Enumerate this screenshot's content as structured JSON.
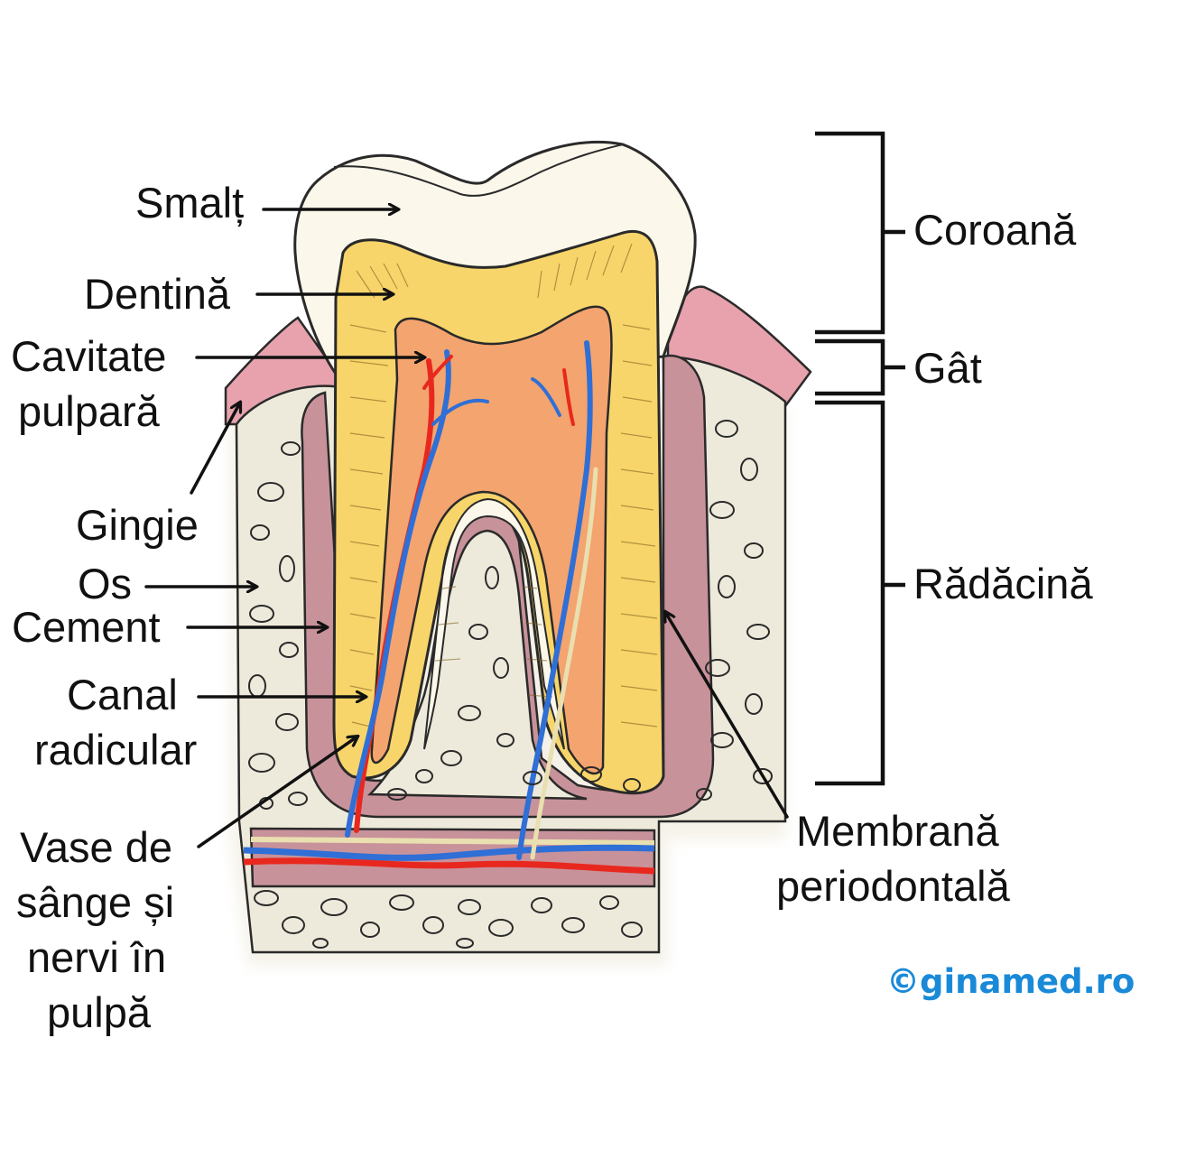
{
  "labels": {
    "smalt": "Smalț",
    "dentina": "Dentină",
    "cavitate_line1": "Cavitate",
    "cavitate_line2": "pulpară",
    "gingie": "Gingie",
    "os": "Os",
    "cement": "Cement",
    "canal_line1": "Canal",
    "canal_line2": "radicular",
    "vase_line1": "Vase de",
    "vase_line2": "sânge și",
    "vase_line3": "nervi în",
    "vase_line4": "pulpă",
    "coroana": "Coroană",
    "gat": "Gât",
    "radacina": "Rădăcină",
    "membrana_line1": "Membrană",
    "membrana_line2": "periodontală"
  },
  "watermark": "©ginamed.ro",
  "colors": {
    "enamel": "#fbf7ea",
    "dentin": "#f7d56a",
    "pulp": "#f4a46e",
    "gum": "#e7a2ad",
    "ligament": "#c8929a",
    "bone": "#eeeadb",
    "artery": "#e8281e",
    "vein": "#2f6fd6",
    "nerve": "#e9dfb0",
    "watermark": "#1a8ad8"
  }
}
